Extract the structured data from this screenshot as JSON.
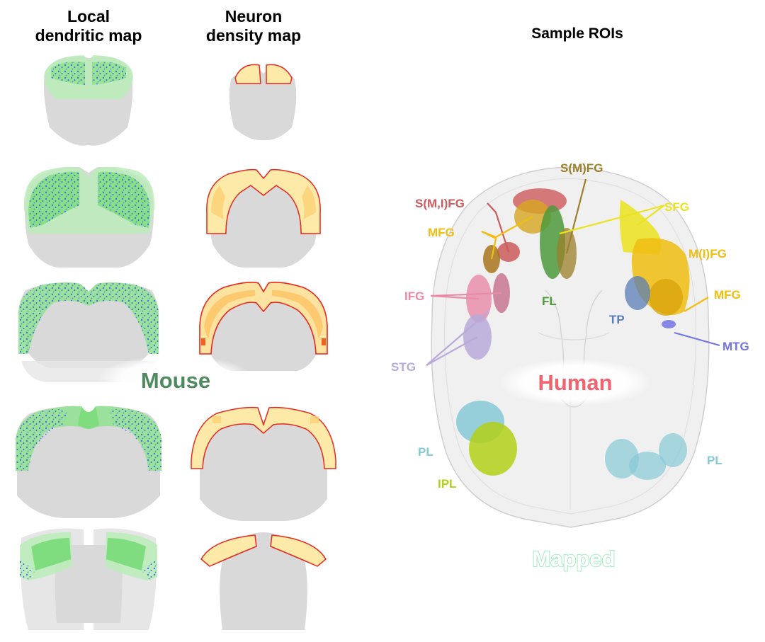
{
  "headers": {
    "local_line1": "Local",
    "local_line2": "dendritic map",
    "density_line1": "Neuron",
    "density_line2": "density map",
    "rois": "Sample ROIs"
  },
  "species": {
    "mouse": "Mouse",
    "human": "Human",
    "mapped": "Mapped"
  },
  "roi_labels": {
    "smfg": "S(M)FG",
    "smifg": "S(M,I)FG",
    "sfg": "SFG",
    "mfg_left": "MFG",
    "mifg": "M(I)FG",
    "mfg_right": "MFG",
    "ifg": "IFG",
    "fl": "FL",
    "tp": "TP",
    "mtg": "MTG",
    "stg": "STG",
    "pl_left": "PL",
    "pl_right": "PL",
    "ipl": "IPL"
  },
  "colors": {
    "brain_gray": "#d9d9d9",
    "cortex_green": "#9be59b",
    "dots_blue": "#3a7bd5",
    "density_outline": "#e8281e",
    "density_fill": "#fde9a8",
    "mouse_text": "#4f8a5e",
    "human_text": "#f06470",
    "mapped_text": "#a6ecc6",
    "smifg_color": "#cd5a5c",
    "smfg_color": "#9b7f2a",
    "sfg_color": "#eae31d",
    "mfg_color": "#f0bd10",
    "ifg_color": "#e98aa6",
    "fl_color": "#4e9a3c",
    "tp_color": "#5a7eb6",
    "mtg_color": "#7373e4",
    "stg_color": "#b9a9d9",
    "pl_color": "#86c9d6",
    "ipl_color": "#b3d018"
  }
}
